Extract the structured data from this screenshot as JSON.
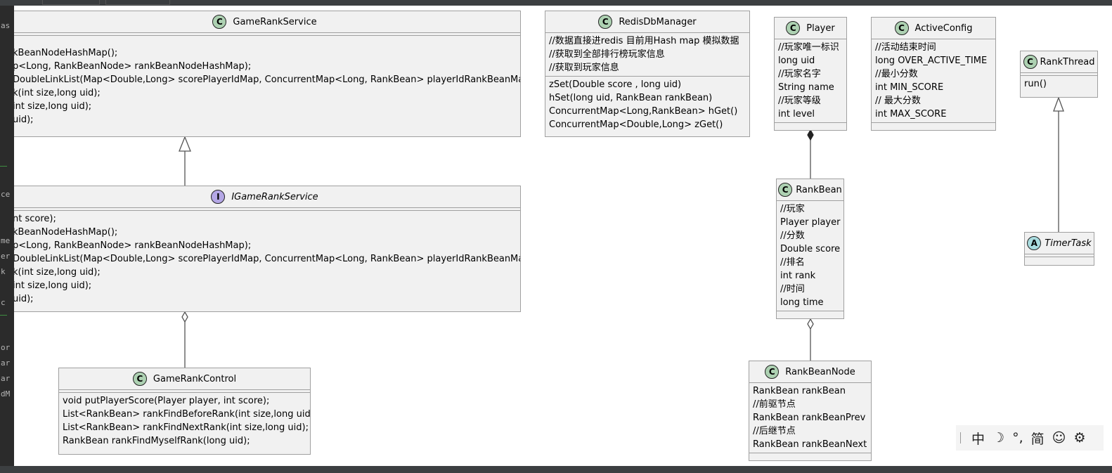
{
  "gutter_fragments": [
    "as",
    "ce",
    "me",
    "er",
    "k",
    "c",
    "or",
    "ar",
    "ar",
    "dM"
  ],
  "classes": {
    "game_rank_service": {
      "type": "class",
      "badge": "C",
      "name": "GameRankService",
      "methods": [
        "kBeanNodeHashMap();",
        "p<Long, RankBeanNode> rankBeanNodeHashMap);",
        "DoubleLinkList(Map<Double,Long> scorePlayerIdMap, ConcurrentMap<Long, RankBean> playerIdRankBeanMap);",
        "k(int size,long uid);",
        "int size,long uid);",
        "uid);"
      ]
    },
    "igame_rank_service": {
      "type": "interface",
      "badge": "I",
      "name": "IGameRankService",
      "methods": [
        "nt score);",
        "kBeanNodeHashMap();",
        "p<Long, RankBeanNode> rankBeanNodeHashMap);",
        "DoubleLinkList(Map<Double,Long> scorePlayerIdMap, ConcurrentMap<Long, RankBean> playerIdRankBeanMap);",
        "k(int size,long uid);",
        "int size,long uid);",
        "uid);"
      ]
    },
    "game_rank_control": {
      "type": "class",
      "badge": "C",
      "name": "GameRankControl",
      "methods": [
        "void putPlayerScore(Player player, int score);",
        "List<RankBean> rankFindBeforeRank(int size,long uid);",
        "List<RankBean> rankFindNextRank(int size,long uid);",
        "RankBean rankFindMyselfRank(long uid);"
      ]
    },
    "redis_db_manager": {
      "type": "class",
      "badge": "C",
      "name": "RedisDbManager",
      "fields": [
        "//数据直接进redis 目前用Hash map 模拟数据",
        "//获取到全部排行榜玩家信息",
        "//获取到玩家信息"
      ],
      "methods": [
        "zSet(Double score , long uid)",
        "hSet(long uid, RankBean rankBean)",
        "ConcurrentMap<Long,RankBean> hGet()",
        "ConcurrentMap<Double,Long> zGet()"
      ]
    },
    "player": {
      "type": "class",
      "badge": "C",
      "name": "Player",
      "fields": [
        "//玩家唯一标识",
        "long uid",
        "//玩家名字",
        "String name",
        "//玩家等级",
        "int level"
      ]
    },
    "active_config": {
      "type": "class",
      "badge": "C",
      "name": "ActiveConfig",
      "fields": [
        "//活动结束时间",
        "long OVER_ACTIVE_TIME",
        "//最小分数",
        "int MIN_SCORE",
        "// 最大分数",
        "int MAX_SCORE"
      ]
    },
    "rank_thread": {
      "type": "class",
      "badge": "C",
      "name": "RankThread",
      "methods": [
        "run()"
      ]
    },
    "timer_task": {
      "type": "abstract",
      "badge": "A",
      "name": "TimerTask"
    },
    "rank_bean": {
      "type": "class",
      "badge": "C",
      "name": "RankBean",
      "fields": [
        "//玩家",
        "Player player",
        "//分数",
        "Double score",
        "//排名",
        "int rank",
        "//时间",
        "long time"
      ]
    },
    "rank_bean_node": {
      "type": "class",
      "badge": "C",
      "name": "RankBeanNode",
      "fields": [
        "RankBean rankBean",
        "//前驱节点",
        "RankBean rankBeanPrev",
        "//后继节点",
        "RankBean rankBeanNext"
      ]
    }
  },
  "ime_toolbar": {
    "items": [
      "中",
      "☽",
      "°,",
      "简",
      "☺",
      "⚙"
    ],
    "icons": [
      "chinese-mode-icon",
      "moon-icon",
      "punctuation-icon",
      "simplified-icon",
      "emoji-icon",
      "gear-icon"
    ]
  }
}
